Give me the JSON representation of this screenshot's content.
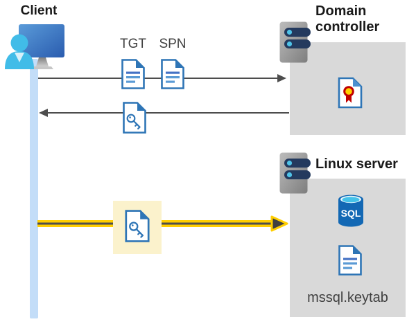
{
  "client": {
    "label": "Client",
    "icon": "client-computer-user-icon"
  },
  "kerberos_request": {
    "tgt_label": "TGT",
    "spn_label": "SPN",
    "icons": [
      "tgt-document-icon",
      "spn-document-icon"
    ],
    "direction": "client-to-domain-controller"
  },
  "kerberos_response": {
    "icon": "service-ticket-key-document-icon",
    "direction": "domain-controller-to-client"
  },
  "sql_connection": {
    "icon": "kerberos-key-document-icon",
    "highlighted": true,
    "direction": "client-to-linux-server"
  },
  "domain_controller": {
    "label": "Domain controller",
    "icons": [
      "server-icon",
      "certificate-icon"
    ]
  },
  "linux_server": {
    "label": "Linux server",
    "sql_label": "SQL",
    "keytab_label": "mssql.keytab",
    "icons": [
      "server-icon",
      "sql-database-icon",
      "keytab-document-icon"
    ]
  },
  "colors": {
    "document_blue": "#2E75B6",
    "document_line_blue": "#5B9BD5",
    "timeline_light_blue": "#C3DDF8",
    "machine_box_gray": "#D9D9D9",
    "arrow_dark_gray": "#4D4D4D",
    "yellow_arrow": "#FFCE00",
    "yellow_highlight": "#FBF2CC",
    "server_pill_navy": "#243A5E",
    "server_dot_cyan": "#4FC3E8",
    "sql_body_blue": "#1368B4",
    "sql_top_cyan": "#45C2E9",
    "certificate_gold": "#FFD100",
    "certificate_red": "#C00000",
    "person_cyan": "#41BCE8"
  }
}
